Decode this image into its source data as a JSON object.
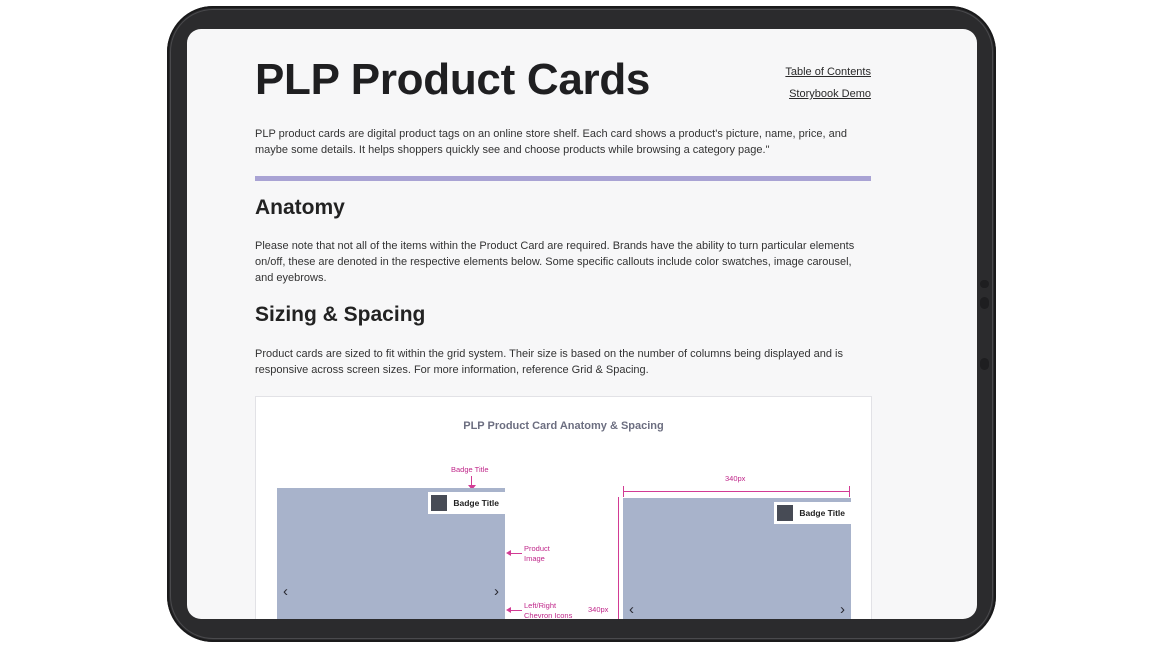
{
  "page": {
    "title": "PLP Product Cards",
    "toc_links": [
      "Table of Contents",
      "Storybook Demo"
    ],
    "intro": "PLP product cards are digital product tags on an online store shelf. Each card shows a product's picture, name, price, and maybe some details. It helps shoppers quickly see and choose products while browsing a category page.\"",
    "accent_color": "#a9a3d4"
  },
  "anatomy": {
    "heading": "Anatomy",
    "body": "Please note that not all of the items within the Product Card are required. Brands have the ability to turn particular elements on/off, these are denoted in the respective elements below. Some specific callouts include color swatches, image carousel, and eyebrows."
  },
  "sizing": {
    "heading": "Sizing & Spacing",
    "body": "Product cards are sized to fit within the grid system. Their size is based on the number of columns being displayed and is responsive across screen sizes. For more information, reference Grid & Spacing."
  },
  "figure": {
    "title": "PLP Product Card Anatomy & Spacing",
    "annotation_color": "#c0278a",
    "image_color": "#a8b3cb",
    "left_card": {
      "badge_label": "Badge Title",
      "callout_badge": "Badge Title",
      "callout_image": "Product\nImage",
      "callout_chevrons": "Left/Right\nChevron Icons",
      "chevron_left": "‹",
      "chevron_right": "›"
    },
    "right_card": {
      "width_label": "340px",
      "height_label": "340px",
      "badge_label": "Badge Title",
      "chevron_left": "‹",
      "chevron_right": "›"
    }
  }
}
